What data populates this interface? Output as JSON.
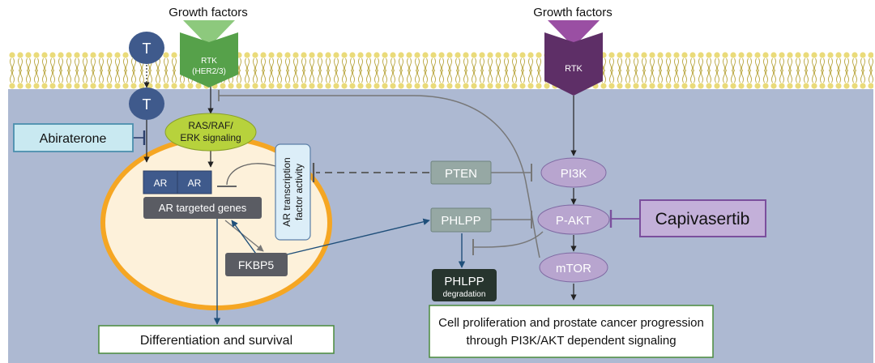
{
  "labels": {
    "growth_factors_left": "Growth factors",
    "growth_factors_right": "Growth factors",
    "t_outside": "T",
    "t_inside": "T",
    "rtk_left_line1": "RTK",
    "rtk_left_line2": "(HER2/3)",
    "rtk_right": "RTK",
    "abiraterone": "Abiraterone",
    "ras_line1": "RAS/RAF/",
    "ras_line2": "ERK signaling",
    "ar_left": "AR",
    "ar_right": "AR",
    "ar_targeted_genes": "AR targeted genes",
    "ar_tf_line1": "AR transcription",
    "ar_tf_line2": "factor activity",
    "fkbp5": "FKBP5",
    "pten": "PTEN",
    "phlpp": "PHLPP",
    "phlpp_deg_line1": "PHLPP",
    "phlpp_deg_line2": "degradation",
    "pi3k": "PI3K",
    "pakt": "P-AKT",
    "mtor": "mTOR",
    "capivasertib": "Capivasertib",
    "diff_survival": "Differentiation and survival",
    "prolif_line1": "Cell proliferation and prostate cancer progression",
    "prolif_line2": "through PI3K/AKT dependent signaling"
  },
  "colors": {
    "cytoplasm": "#adb9d2",
    "membrane_head": "#eadb7a",
    "nucleus_fill": "#fdf1da",
    "nucleus_border": "#f5a623",
    "t_node": "#3f5a8c",
    "rtk_green": "#56a14a",
    "growth_factor_green": "#8dc97d",
    "rtk_purple": "#5e2f67",
    "growth_factor_purple": "#9a4fa3",
    "ras_erk": "#b7d23c",
    "ar_box": "#3f5a8c",
    "gray_box": "#5a5c63",
    "pathway_box": "#96a8a4",
    "purple_node": "#b8a5cf",
    "capivasertib_fill": "#c3b0d9",
    "abiraterone_fill": "#c9e9f1",
    "dark_box": "#27352e",
    "outcome_border": "#4a8a3c"
  }
}
